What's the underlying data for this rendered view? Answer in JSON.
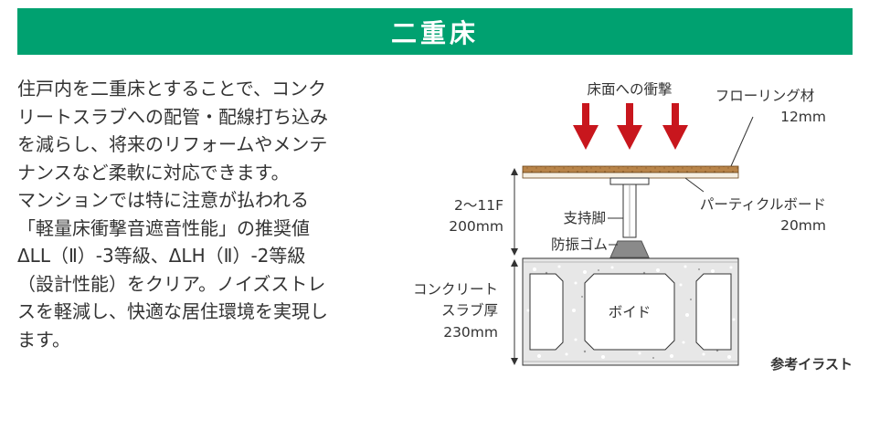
{
  "header": {
    "title": "二重床"
  },
  "description": {
    "paragraph1": "住戸内を二重床とすることで、コンクリートスラブへの配管・配線打ち込みを減らし、将来のリフォームやメンテナンスなど柔軟に対応できます。",
    "paragraph2": "マンションでは特に注意が払われる「軽量床衝撃音遮音性能」の推奨値ΔLL（Ⅱ）-3等級、ΔLH（Ⅱ）-2等級（設計性能）をクリア。ノイズストレスを軽減し、快適な居住環境を実現します。"
  },
  "diagram": {
    "impact_label": "床面への衝撃",
    "flooring_label": "フローリング材",
    "flooring_thickness": "12mm",
    "particle_board_label": "パーティクルボード",
    "particle_board_thickness": "20mm",
    "support_leg_label": "支持脚",
    "rubber_label": "防振ゴム",
    "height_range": "2〜11F",
    "height_value": "200mm",
    "slab_label_1": "コンクリート",
    "slab_label_2": "スラブ厚",
    "slab_thickness": "230mm",
    "void_label": "ボイド",
    "caption": "参考イラスト"
  },
  "colors": {
    "header_bg": "#00a170",
    "arrow_red": "#c8161d",
    "flooring_wood": "#a0713a",
    "concrete": "#e7e7e7",
    "rubber": "#8a8a8a"
  }
}
